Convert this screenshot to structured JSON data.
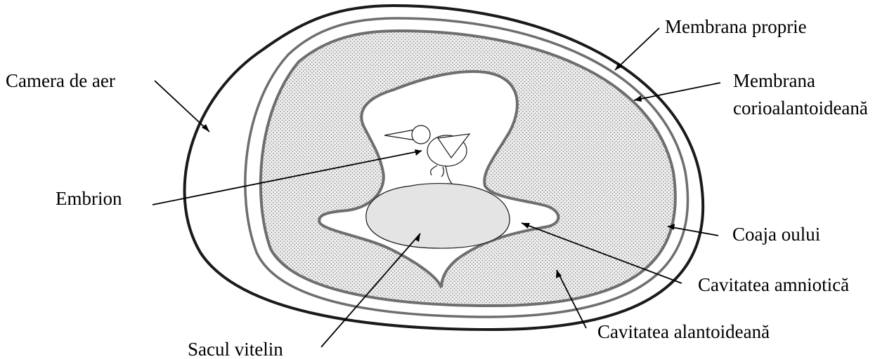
{
  "labels": {
    "membrana_proprie": "Membrana proprie",
    "camera_de_aer": "Camera de aer",
    "membrana_corio_line1": "Membrana",
    "membrana_corio_line2": "corioalantoideană",
    "embrion": "Embrion",
    "coaja_oului": "Coaja oului",
    "cavitatea_amniotica": "Cavitatea amniotică",
    "cavitatea_alantoideana": "Cavitatea alantoideană",
    "sacul_vitelin": "Sacul vitelin"
  },
  "colors": {
    "shell": "#1a1a1a",
    "membrane": "#6e6e6e",
    "dotted_fill_bg": "#f1f1f1",
    "dot": "#8a8a8a",
    "yolk_fill": "#e4e4e4",
    "text": "#000000"
  }
}
